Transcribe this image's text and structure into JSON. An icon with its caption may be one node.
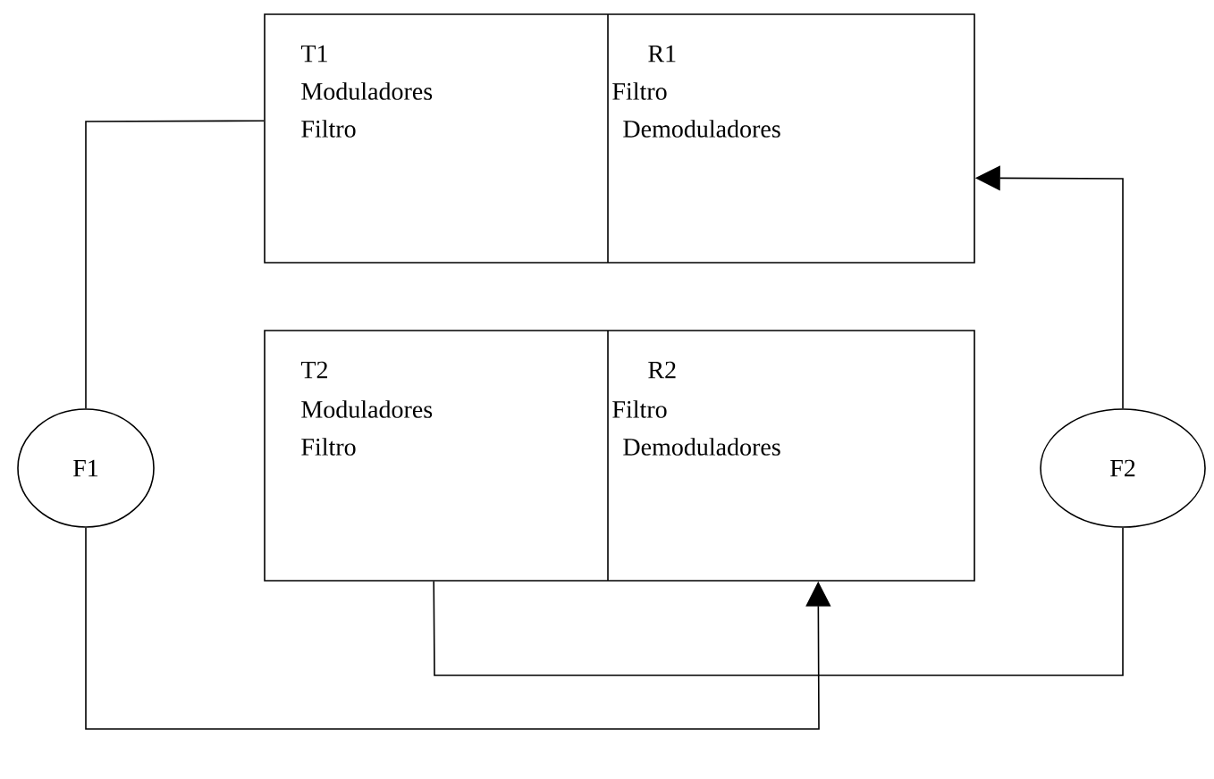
{
  "diagram": {
    "nodes": [
      {
        "text": [
          "T1",
          "Moduladores",
          "Filtro",
          "R1",
          "Filtro",
          "Demoduladores"
        ]
      },
      {
        "text": [
          "T2",
          "Moduladores",
          "Filtro",
          "R2",
          "Filtro",
          "Demoduladores"
        ]
      },
      {
        "text": [
          "F1"
        ]
      },
      {
        "text": [
          "F2"
        ]
      }
    ],
    "edges": [
      {
        "from": 0,
        "to": 2,
        "arrow": "none"
      },
      {
        "from": 2,
        "to": 1,
        "arrow": "to"
      },
      {
        "from": 1,
        "to": 3,
        "arrow": "none"
      },
      {
        "from": 3,
        "to": 0,
        "arrow": "to"
      }
    ]
  }
}
